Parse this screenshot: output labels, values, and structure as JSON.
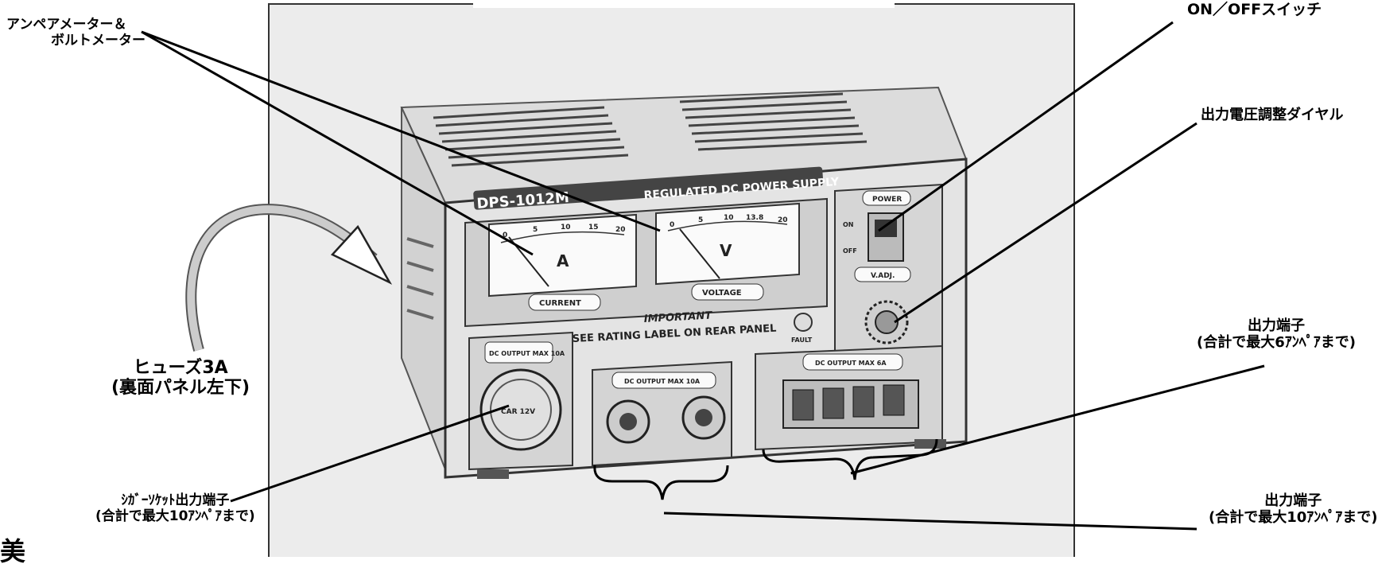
{
  "labels": {
    "ammeter_line1": "アンペアメーター＆",
    "ammeter_line2": "ボルトメーター",
    "power_switch": "ON／OFFスイッチ",
    "dial": "出力電圧調整ダイヤル",
    "fuse_line1": "ヒューズ3A",
    "fuse_line2": "(裏面パネル左下)",
    "cigar_line1": "ｼｶﾞｰｿｹｯﾄ出力端子",
    "cigar_line2": "(合計で最大10ｱﾝﾍﾟｱまで)",
    "out6_line1": "出力端子",
    "out6_line2": "(合計で最大6ｱﾝﾍﾟｱまで)",
    "out10_line1": "出力端子",
    "out10_line2": "(合計で最大10ｱﾝﾍﾟｱまで)",
    "corner": "美"
  },
  "device": {
    "model": "DPS-1012M",
    "title": "REGULATED DC POWER SUPPLY",
    "ammeter_letter": "A",
    "voltmeter_letter": "V",
    "ammeter_caption": "CURRENT",
    "voltmeter_caption": "VOLTAGE",
    "important": "IMPORTANT",
    "see_rating": "SEE RATING LABEL ON REAR PANEL",
    "power_label": "POWER",
    "on_label": "ON",
    "off_label": "OFF",
    "vadj_label": "V.ADJ.",
    "fault_label": "FAULT",
    "cig_plate": "DC OUTPUT MAX 10A",
    "mid_plate": "DC OUTPUT MAX 10A",
    "right_plate": "DC OUTPUT MAX 6A",
    "cig_cap": "CAR 12V",
    "amp_ticks": [
      "0",
      "5",
      "10",
      "15",
      "20"
    ],
    "volt_ticks": [
      "0",
      "5",
      "10",
      "13.8",
      "20"
    ]
  }
}
